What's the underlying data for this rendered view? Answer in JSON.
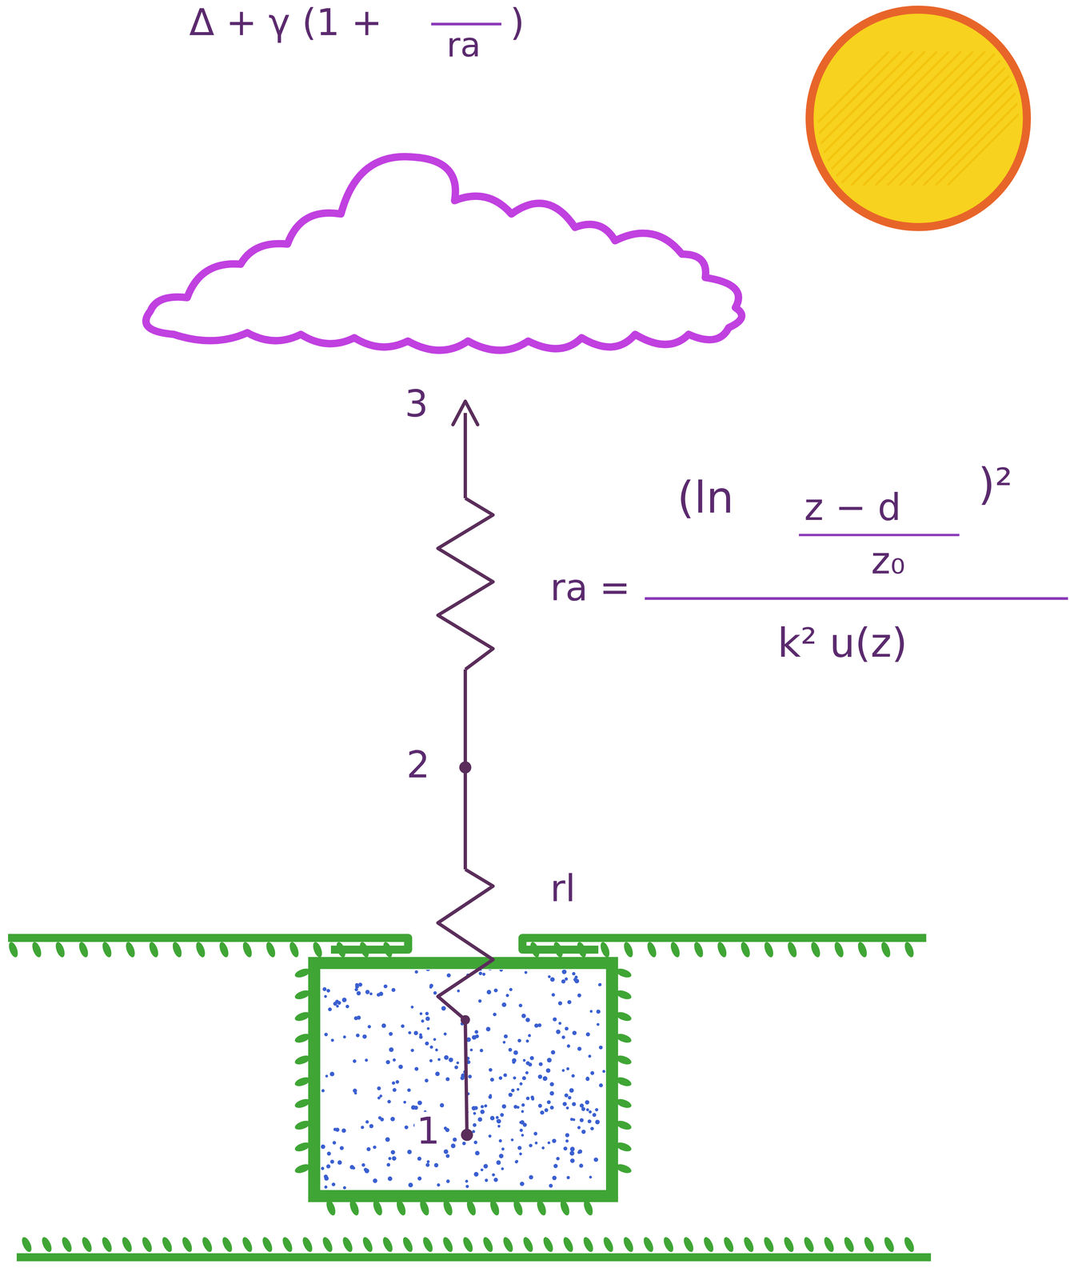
{
  "diagram": {
    "labels": [
      "Δ + γ (1 +",
      "ra",
      ")",
      "3",
      "ra =",
      "(ln",
      "z − d",
      "z₀",
      ")²",
      "k² u(z)",
      "2",
      "rl",
      "1"
    ]
  }
}
